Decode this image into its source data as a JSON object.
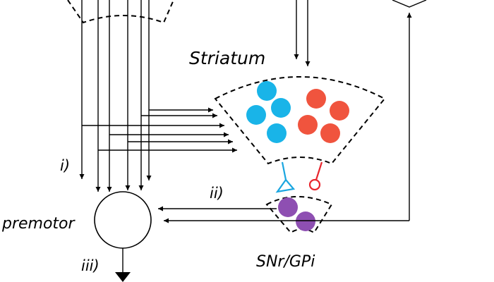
{
  "labels": {
    "striatum": "Striatum",
    "snr_gpi": "SNr/GPi",
    "premotor": "premotor",
    "pathway_i": "i)",
    "pathway_ii": "ii)",
    "pathway_iii": "iii)"
  },
  "colors": {
    "blue_neuron": "#19b4e8",
    "red_neuron": "#f0543e",
    "purple_neuron": "#8e4fb2",
    "blue_terminal": "#1aa6e0",
    "red_terminal": "#e8262e",
    "line": "#000000"
  },
  "icons": {
    "blue_terminal": "triangle-terminal-icon",
    "red_terminal": "circle-terminal-icon",
    "arrowhead": "arrowhead-icon"
  }
}
